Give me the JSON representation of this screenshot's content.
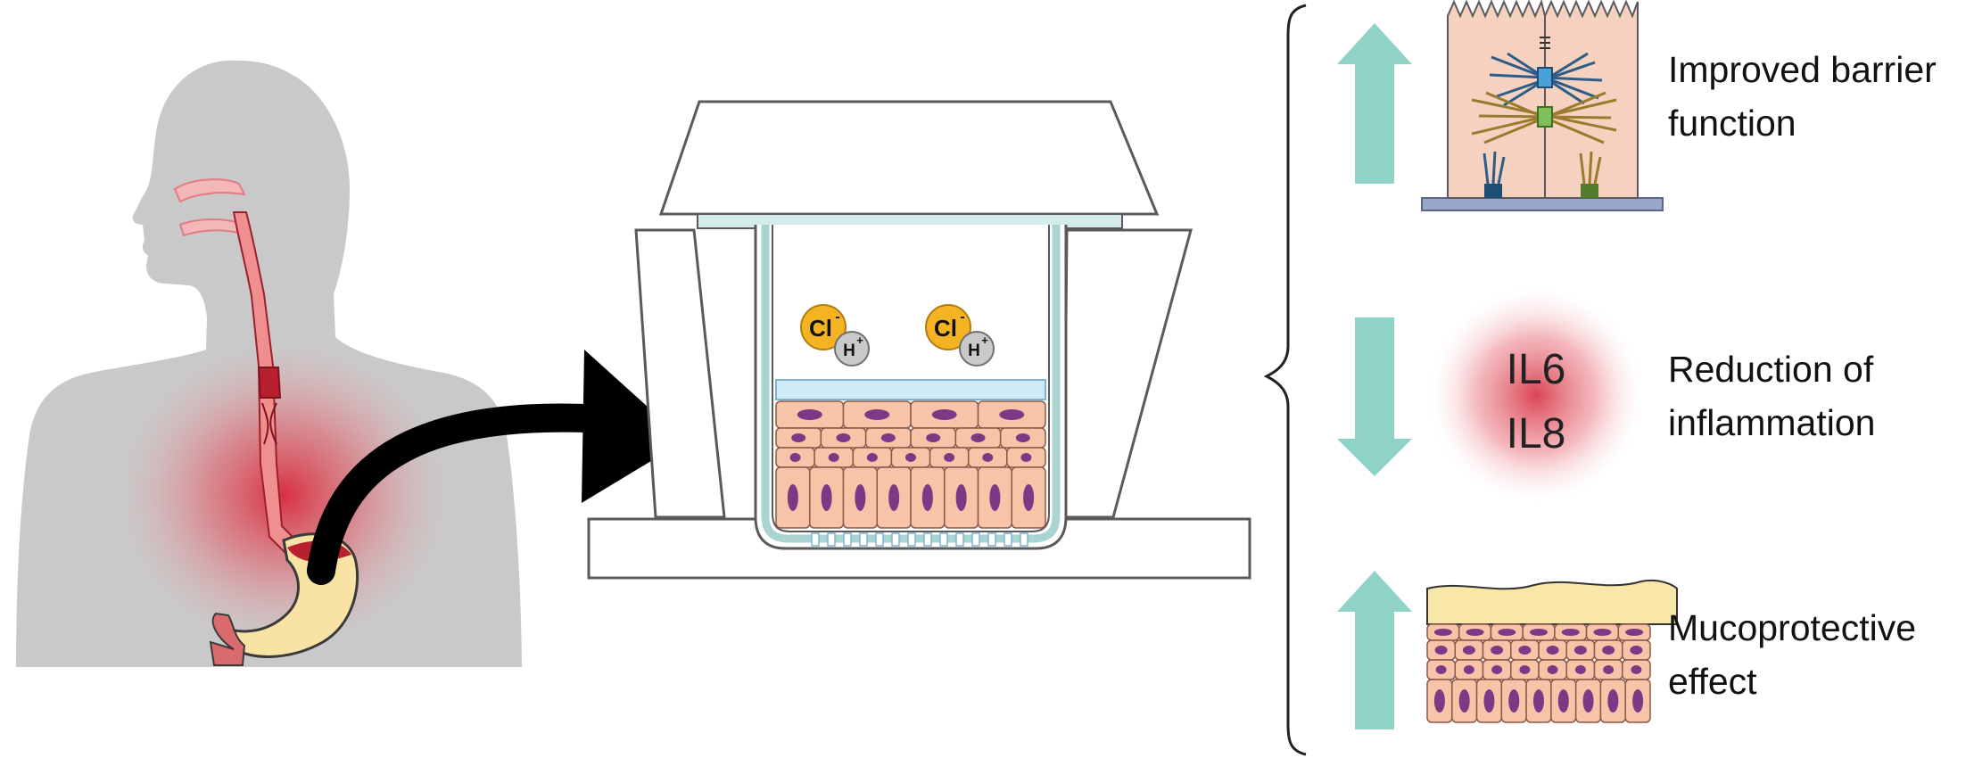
{
  "ions": [
    {
      "anion": "Cl",
      "anion_charge": "-",
      "cation": "H",
      "cation_charge": "+"
    },
    {
      "anion": "Cl",
      "anion_charge": "-",
      "cation": "H",
      "cation_charge": "+"
    }
  ],
  "effects": [
    {
      "direction": "up",
      "line1": "Improved barrier",
      "line2": "function"
    },
    {
      "direction": "down",
      "line1": "Reduction of",
      "line2": "inflammation"
    },
    {
      "direction": "up",
      "line1": "Mucoprotective",
      "line2": "effect"
    }
  ],
  "cytokines": [
    "IL6",
    "IL8"
  ],
  "colors": {
    "arrow": "#8fd3c7",
    "silhouette": "#c9c9c9",
    "inflammation": "#d8283a",
    "cell_fill": "#f7c4a8",
    "nucleus": "#7a3a86",
    "chloride": "#f4b323",
    "proton": "#c9c9c9",
    "mucus": "#f8e7a8",
    "medium": "#cfe9f6"
  }
}
